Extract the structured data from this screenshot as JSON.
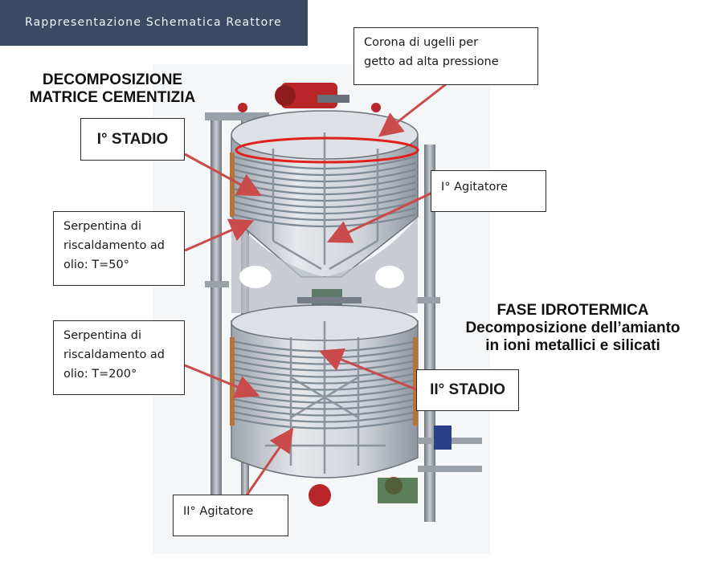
{
  "header": {
    "title": "Rappresentazione Schematica Reattore"
  },
  "title_left": {
    "line1": "DECOMPOSIZIONE",
    "line2": "MATRICE CEMENTIZIA"
  },
  "title_right": {
    "line1": "FASE IDROTERMICA",
    "line2": "Decomposizione dell’amianto",
    "line3": "in ioni metallici e silicati"
  },
  "labels": {
    "nozzle_ring": {
      "line1": "Corona di ugelli per",
      "line2": "getto ad alta pressione"
    },
    "stage1": "I° STADIO",
    "agitator1": "I° Agitatore",
    "coil1": {
      "line1": "Serpentina di",
      "line2": "riscaldamento ad",
      "line3": "olio: T=50°"
    },
    "coil2": {
      "line1": "Serpentina di",
      "line2": "riscaldamento ad",
      "line3": "olio: T=200°"
    },
    "stage2": "II° STADIO",
    "agitator2": "II° Agitatore"
  },
  "colors": {
    "header_bg": "#3b4a64",
    "arrow": "#c94b4b",
    "ring": "#e0201c",
    "motor": "#b8262a",
    "coil": "#8a9aa6",
    "vessel": "#c7ccd3",
    "frame": "#8d939b"
  }
}
